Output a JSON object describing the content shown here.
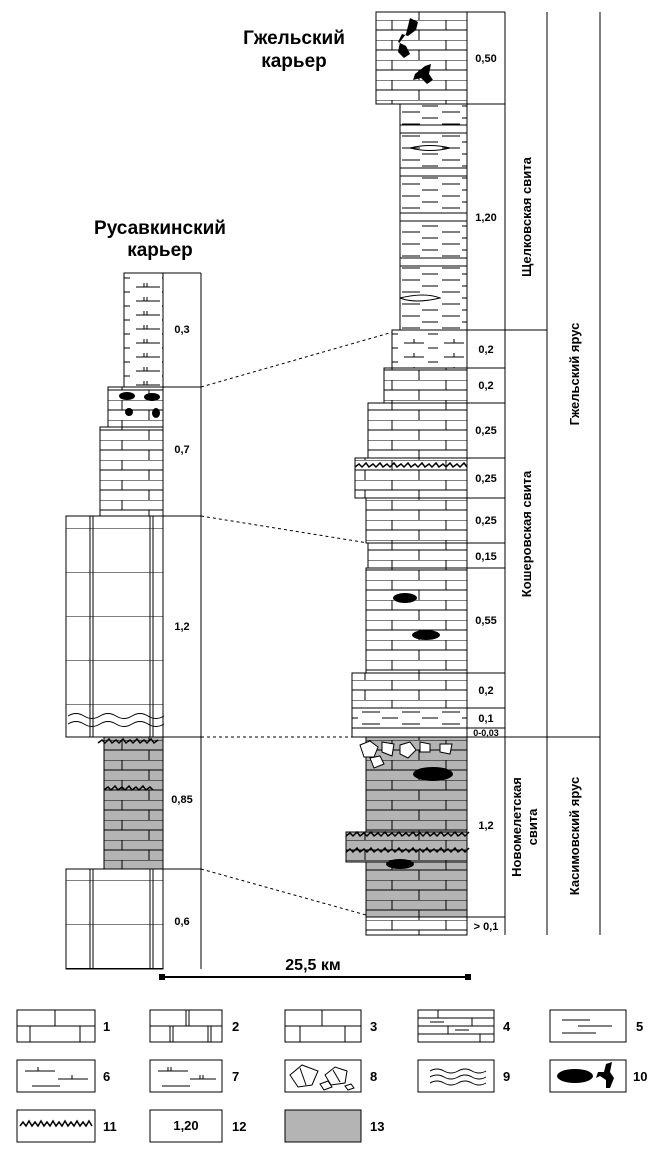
{
  "sections": {
    "rusavkinsky": {
      "title_line1": "Русавкинский",
      "title_line2": "карьер",
      "thicknesses": [
        "0,3",
        "0,7",
        "1,2",
        "0,85",
        "0,6"
      ]
    },
    "gzhelsky": {
      "title_line1": "Гжельский",
      "title_line2": "карьер",
      "thicknesses": [
        "0,50",
        "1,20",
        "0,2",
        "0,2",
        "0,25",
        "0,25",
        "0,25",
        "0,15",
        "0,55",
        "0,2",
        "0,1",
        "0-0,03",
        "1,2",
        "> 0,1"
      ]
    }
  },
  "formations": {
    "shchelkovo": "Щелковская свита",
    "kosherovo": "Кошеровская свита",
    "novomeletskaya_line1": "Новомелетская",
    "novomeletskaya_line2": "свита"
  },
  "stages": {
    "gzhelian": "Гжельский ярус",
    "kasimovian": "Касимовский ярус"
  },
  "scale": {
    "distance_label": "25,5 км"
  },
  "legend": {
    "items": [
      {
        "num": "1",
        "pattern": "limestone-blocky"
      },
      {
        "num": "2",
        "pattern": "limestone-double-joints"
      },
      {
        "num": "3",
        "pattern": "limestone-thin-joints"
      },
      {
        "num": "4",
        "pattern": "limestone-marly"
      },
      {
        "num": "5",
        "pattern": "clay"
      },
      {
        "num": "6",
        "pattern": "marl"
      },
      {
        "num": "7",
        "pattern": "dolomitic-marl"
      },
      {
        "num": "8",
        "pattern": "breccia"
      },
      {
        "num": "9",
        "pattern": "wavy-layers"
      },
      {
        "num": "10",
        "pattern": "flint-concretions"
      },
      {
        "num": "11",
        "pattern": "stylolite-surface"
      },
      {
        "num": "12",
        "pattern": "thickness-value",
        "sample": "1,20"
      },
      {
        "num": "13",
        "pattern": "grey-color"
      }
    ]
  },
  "colors": {
    "grey_fill": "#b4b4b4",
    "ink": "#000000",
    "background": "#ffffff"
  }
}
